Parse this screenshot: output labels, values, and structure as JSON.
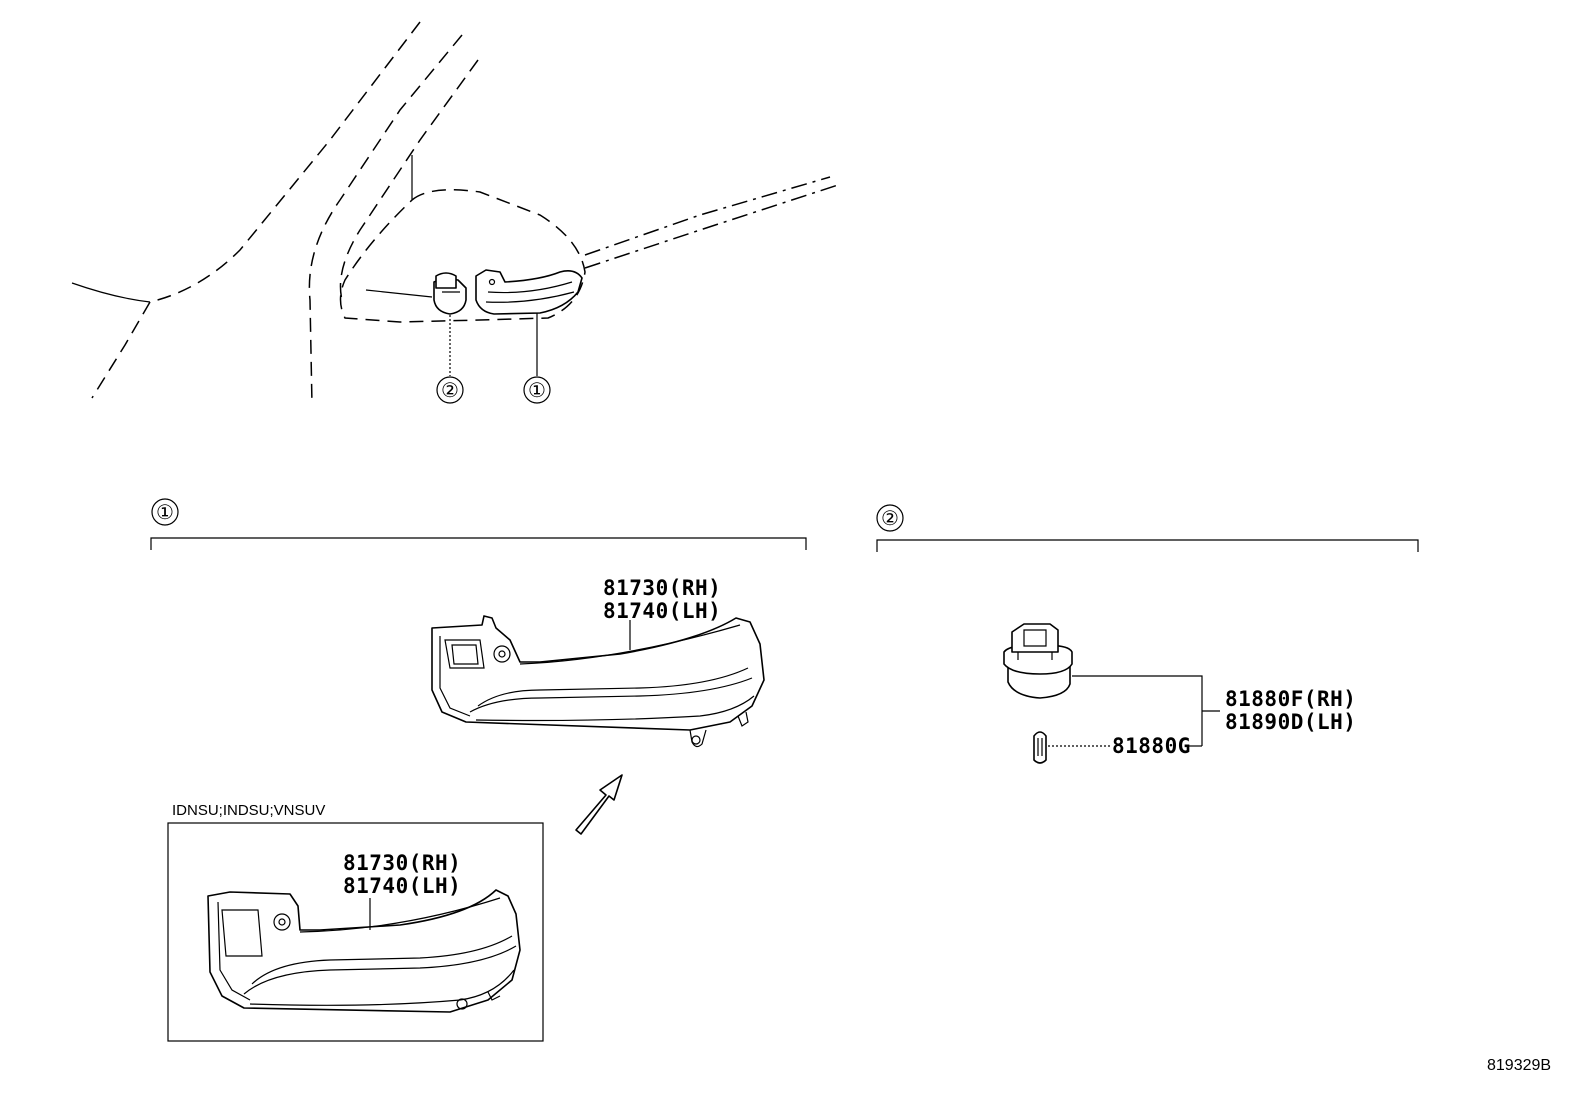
{
  "callouts": {
    "one": "①",
    "two": "②"
  },
  "group1": {
    "part_rh": "81730(RH)",
    "part_lh": "81740(LH)"
  },
  "inset": {
    "label": "IDNSU;INDSU;VNSUV",
    "part_rh": "81730(RH)",
    "part_lh": "81740(LH)"
  },
  "group2": {
    "socket_rh": "81880F(RH)",
    "socket_lh": "81890D(LH)",
    "bulb": "81880G"
  },
  "diagram_code": "819329B"
}
